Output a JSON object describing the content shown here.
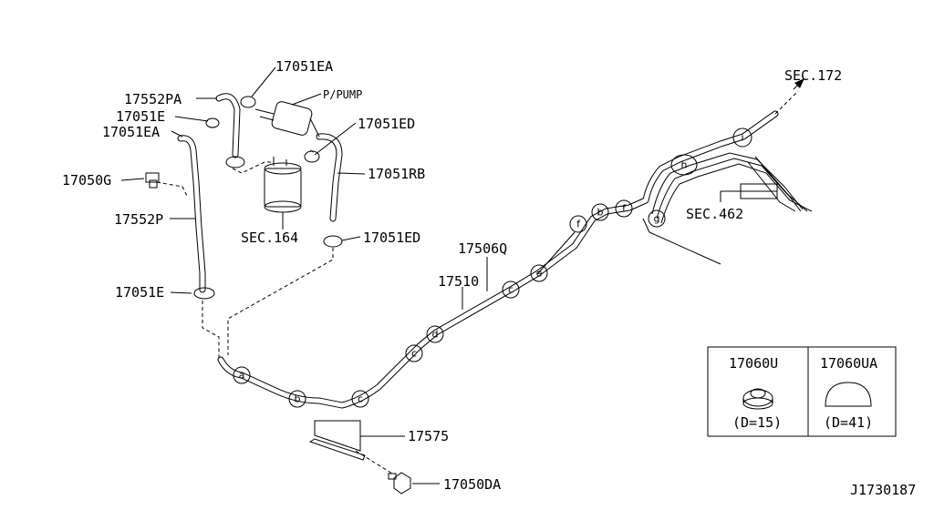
{
  "labels": {
    "p17051EA_top": "17051EA",
    "p17552PA": "17552PA",
    "pump": "P/PUMP",
    "p17051E_top": "17051E",
    "p17051EA_left": "17051EA",
    "p17051ED_top": "17051ED",
    "p17050G": "17050G",
    "p17051RB": "17051RB",
    "p17552P": "17552P",
    "sec164": "SEC.164",
    "p17051ED_mid": "17051ED",
    "p17506Q": "17506Q",
    "p17510": "17510",
    "p17051E_bot": "17051E",
    "p17575": "17575",
    "p17050DA": "17050DA",
    "sec172": "SEC.172",
    "sec462": "SEC.462",
    "diagram_id": "J1730187"
  },
  "clips": [
    "a",
    "b",
    "c",
    "c",
    "d",
    "c",
    "e",
    "f",
    "b",
    "f",
    "g",
    "h",
    "i"
  ],
  "legend": {
    "left_part": "17060U",
    "left_size": "(D=15)",
    "right_part": "17060UA",
    "right_size": "(D=41)"
  }
}
